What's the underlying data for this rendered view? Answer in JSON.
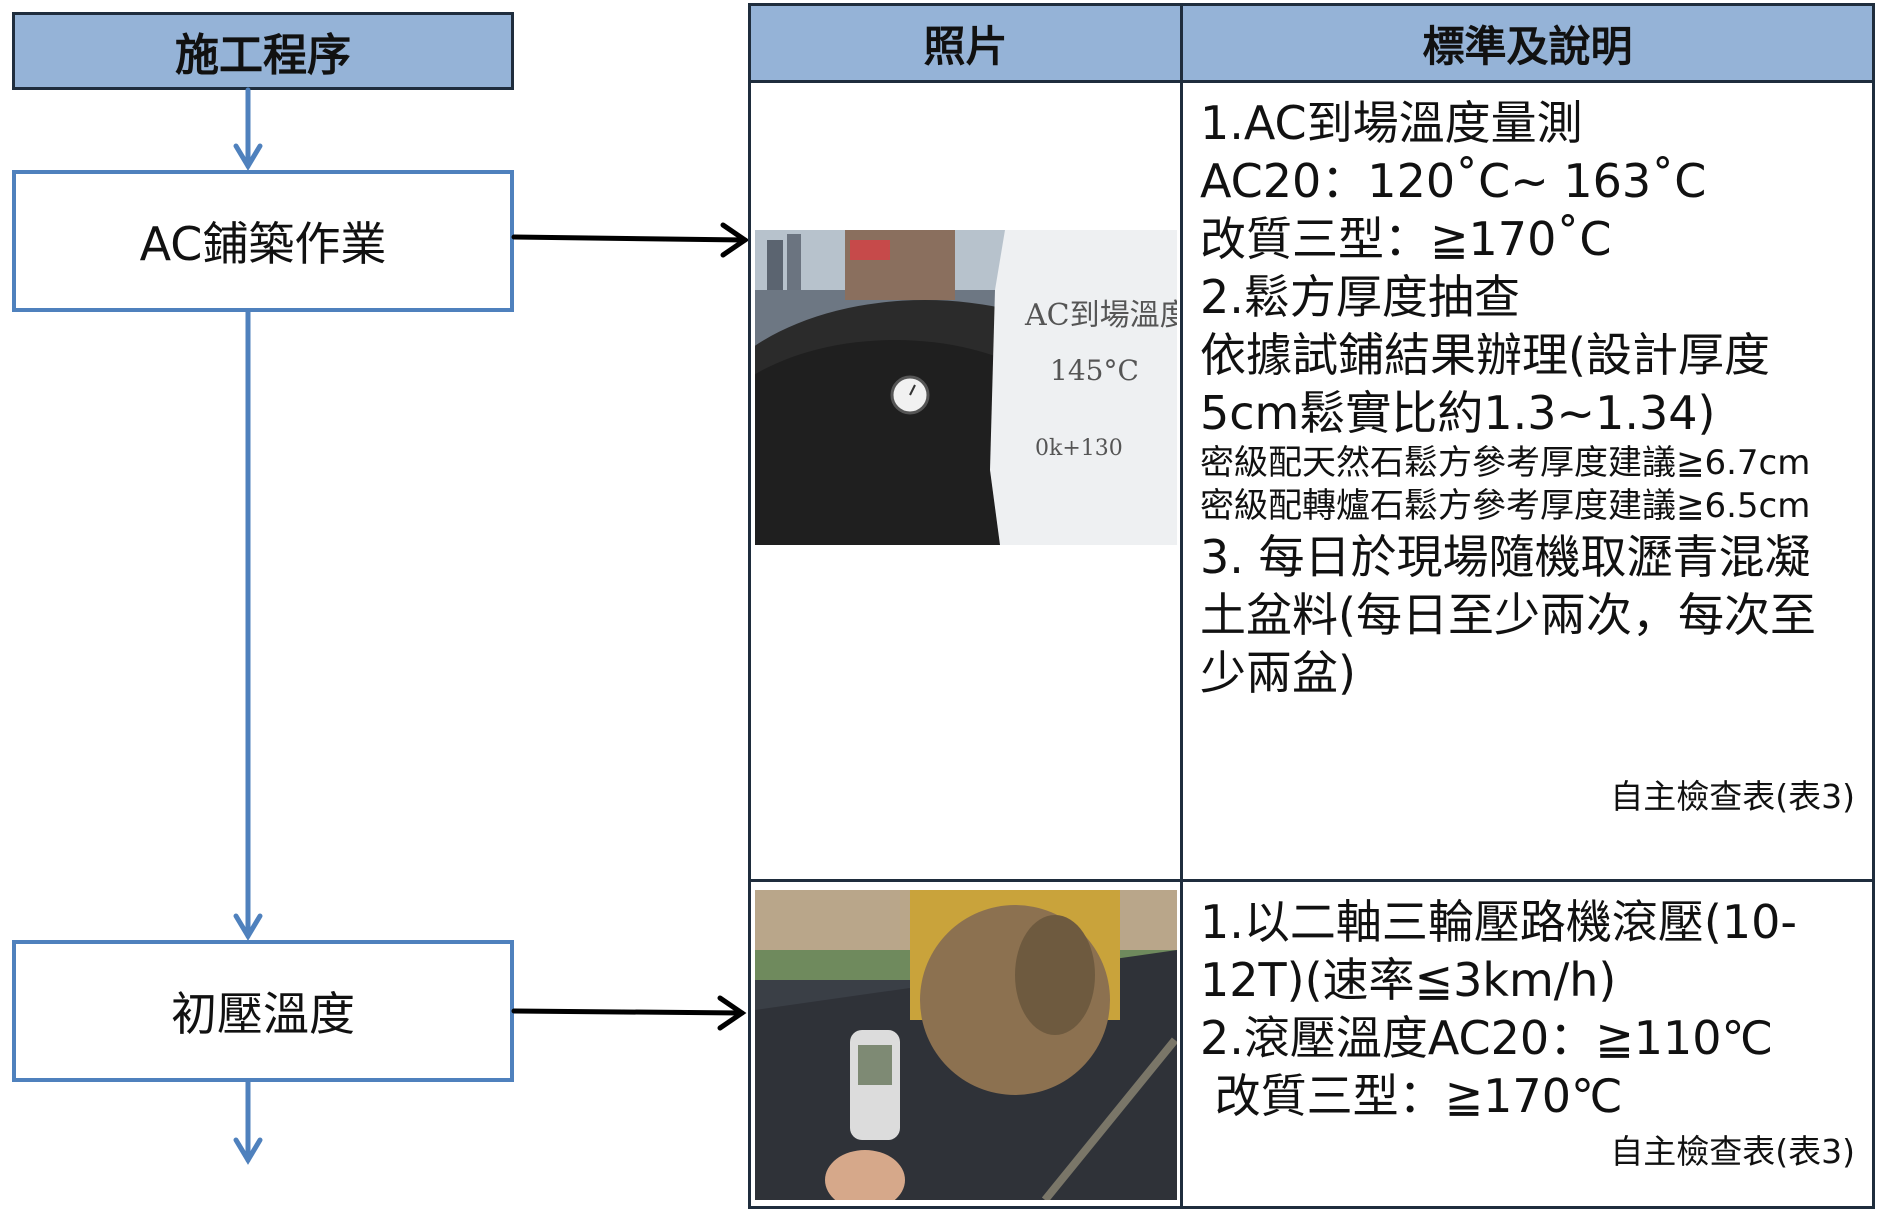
{
  "flow": {
    "header": "施工程序",
    "step1": "AC鋪築作業",
    "step2": "初壓溫度"
  },
  "table": {
    "col_photo": "照片",
    "col_standard": "標準及說明",
    "row1": {
      "lines": [
        "1.AC到場溫度量測",
        "AC20：120˚C~ 163˚C",
        "改質三型：≧170˚C",
        "2.鬆方厚度抽查",
        "依據試鋪結果辦理(設計厚度",
        "5cm鬆實比約1.3~1.34)"
      ],
      "small_lines": [
        "密級配天然石鬆方參考厚度建議≧6.7cm",
        "密級配轉爐石鬆方參考厚度建議≧6.5cm"
      ],
      "lines2": [
        "3. 每日於現場隨機取瀝青混凝",
        "土盆料(每日至少兩次，每次至",
        "少兩盆)"
      ],
      "note": "自主檢查表(表3)",
      "photo_handwriting": [
        "AC到場溫度",
        "145°C",
        "0k+130"
      ]
    },
    "row2": {
      "lines": [
        "1.以二軸三輪壓路機滾壓(10-",
        "12T)(速率≦3km/h)",
        "2.滾壓溫度AC20：≧110℃",
        " 改質三型：≧170℃"
      ],
      "note": "自主檢查表(表3)"
    }
  },
  "colors": {
    "header_fill": "#95b3d7",
    "box_border": "#4f81bd",
    "arrow_blue": "#4f81bd",
    "arrow_black": "#000000"
  }
}
